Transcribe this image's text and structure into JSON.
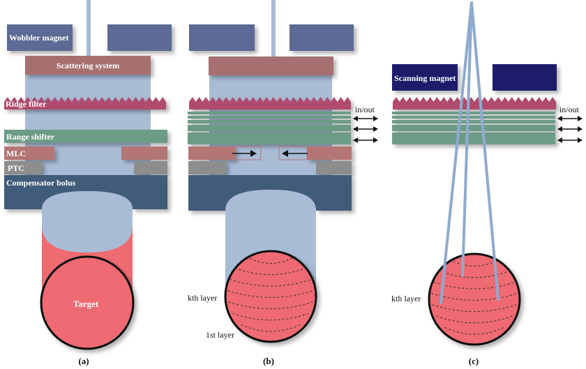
{
  "colors": {
    "beam": "#a9bcd6",
    "beam_line": "#8eaad0",
    "wobbler_magnet": "#5d6b95",
    "scanning_magnet": "#1e1f6b",
    "scattering": "#a7706f",
    "ridge": "#b04c6d",
    "range_shifter": "#6c9c86",
    "mlc": "#b47474",
    "ptc": "#8d8d8d",
    "bolus": "#3f5c79",
    "target": "#ef6b72",
    "outline": "#111111"
  },
  "panels": [
    {
      "id": "a",
      "caption": "(a)",
      "labels": {
        "wobbler": "Wobbler magnet",
        "scattering": "Scattering system",
        "ridge": "Ridge filter",
        "range_shifter": "Range shifter",
        "mlc": "MLC",
        "ptc": "PTC",
        "bolus": "Compensator bolus",
        "target": "Target"
      }
    },
    {
      "id": "b",
      "caption": "(b)",
      "in_out": "in/out",
      "layer_k": "kth layer",
      "layer_1": "1st layer"
    },
    {
      "id": "c",
      "caption": "(c)",
      "scanning": "Scanning magnet",
      "in_out": "in/out",
      "layer_k": "kth layer"
    }
  ]
}
